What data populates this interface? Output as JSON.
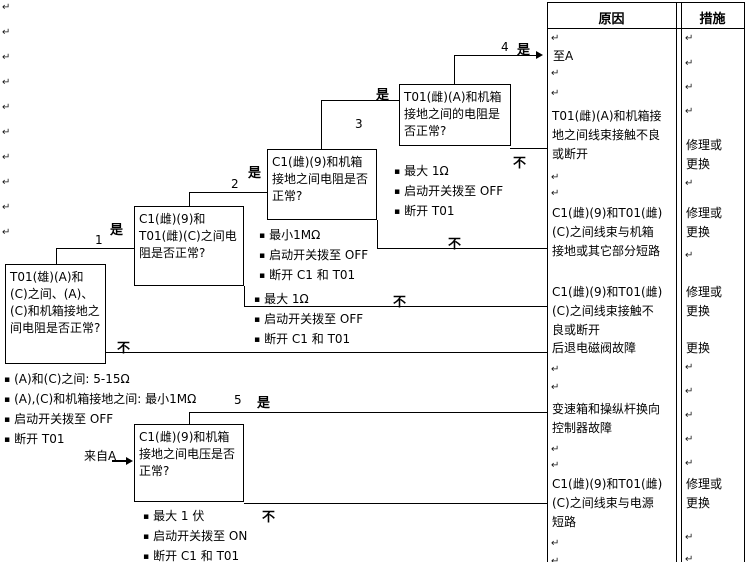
{
  "glyphs": {
    "pilcrow": "↵",
    "bullet": "▪"
  },
  "table": {
    "cause_header": "原因",
    "measure_header": "措施"
  },
  "flow": {
    "labels": {
      "yes": "是",
      "no": "不",
      "n1": "1",
      "n2": "2",
      "n3": "3",
      "n4": "4",
      "n5": "5",
      "to_a": "至A",
      "from_a": "来自A"
    },
    "b1": {
      "q": "T01(雄)(A)和(C)之间、(A)、(C)和机箱接地之间电阻是否正常?",
      "notes": [
        "(A)和(C)之间: 5-15Ω",
        "(A),(C)和机箱接地之间: 最小1MΩ",
        "启动开关拨至 OFF",
        "断开 T01"
      ]
    },
    "b2": {
      "q": "C1(雌)(9)和T01(雌)(C)之间电阻是否正常?",
      "notes": [
        "最大 1Ω",
        "启动开关拨至 OFF",
        "断开 C1 和 T01"
      ]
    },
    "b3": {
      "q": "C1(雌)(9)和机箱接地之间电阻是否正常?",
      "notes": [
        "最小1MΩ",
        "启动开关拨至 OFF",
        "断开 C1 和 T01"
      ]
    },
    "b4": {
      "q": "T01(雌)(A)和机箱接地之间的电阻是否正常?",
      "notes": [
        "最大 1Ω",
        "启动开关拨至 OFF",
        "断开 T01"
      ]
    },
    "b5": {
      "q": "C1(雌)(9)和机箱接地之间电压是否正常?",
      "notes": [
        "最大 1 伏",
        "启动开关拨至 ON",
        "断开 C1 和 T01"
      ]
    }
  },
  "rows": [
    {
      "cause": "T01(雌)(A)和机箱接地之间线束接触不良或断开",
      "measure": "修理或更换"
    },
    {
      "cause": "C1(雌)(9)和T01(雌)(C)之间线束与机箱接地或其它部分短路",
      "measure": "修理或更换"
    },
    {
      "cause": "C1(雌)(9)和T01(雌)(C)之间线束接触不良或断开",
      "measure": "修理或更换"
    },
    {
      "cause": "后退电磁阀故障",
      "measure": "更换"
    },
    {
      "cause": "变速箱和操纵杆换向控制器故障",
      "measure": ""
    },
    {
      "cause": "C1(雌)(9)和T01(雌)(C)之间线束与电源短路",
      "measure": "修理或更换"
    }
  ]
}
